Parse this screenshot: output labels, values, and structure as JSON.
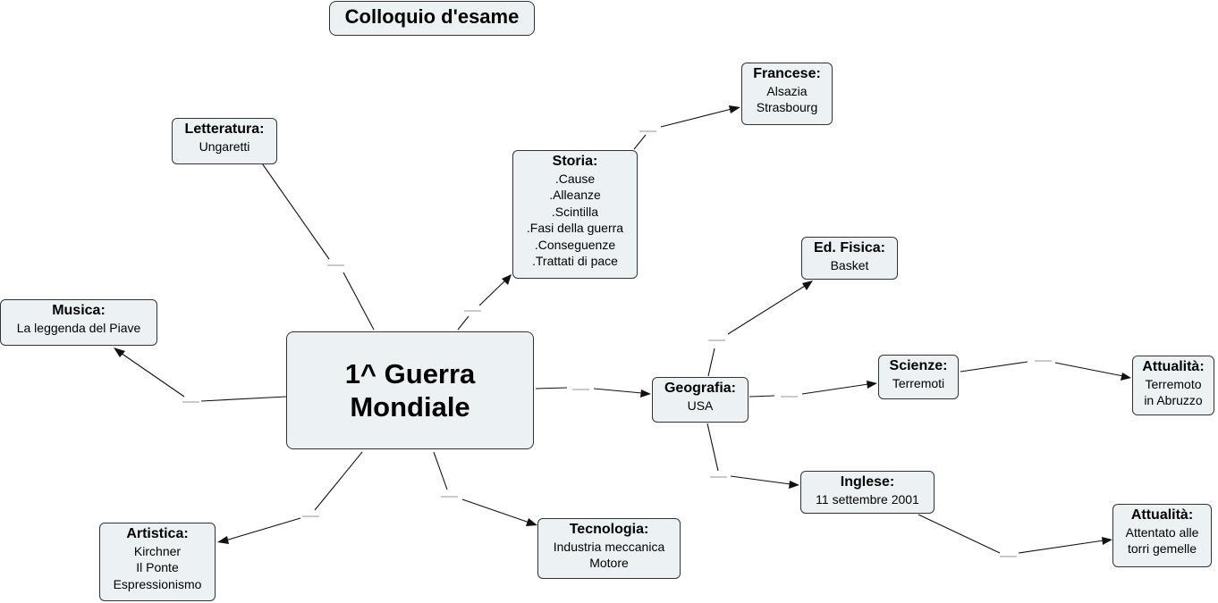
{
  "title": "Colloquio d'esame",
  "center": {
    "lines": [
      "1^ Guerra",
      "Mondiale"
    ]
  },
  "nodes": {
    "letteratura": {
      "title": "Letteratura:",
      "lines": [
        "Ungaretti"
      ]
    },
    "musica": {
      "title": "Musica:",
      "lines": [
        "La leggenda del Piave"
      ]
    },
    "artistica": {
      "title": "Artistica:",
      "lines": [
        "Kirchner",
        "Il Ponte",
        "Espressionismo"
      ]
    },
    "tecnologia": {
      "title": "Tecnologia:",
      "lines": [
        "Industria meccanica",
        "Motore"
      ]
    },
    "storia": {
      "title": "Storia:",
      "lines": [
        ".Cause",
        ".Alleanze",
        ".Scintilla",
        ".Fasi della guerra",
        ".Conseguenze",
        ".Trattati di pace"
      ]
    },
    "francese": {
      "title": "Francese:",
      "lines": [
        "Alsazia",
        "Strasbourg"
      ]
    },
    "geografia": {
      "title": "Geografia:",
      "lines": [
        "USA"
      ]
    },
    "edfisica": {
      "title": "Ed. Fisica:",
      "lines": [
        "Basket"
      ]
    },
    "scienze": {
      "title": "Scienze:",
      "lines": [
        "Terremoti"
      ]
    },
    "attualita1": {
      "title": "Attualità:",
      "lines": [
        "Terremoto",
        "in Abruzzo"
      ]
    },
    "inglese": {
      "title": "Inglese:",
      "lines": [
        "11 settembre 2001"
      ]
    },
    "attualita2": {
      "title": "Attualità:",
      "lines": [
        "Attentato alle",
        "torri gemelle"
      ]
    }
  },
  "links": [
    {
      "from": "center",
      "to": "letteratura",
      "label": ""
    },
    {
      "from": "center",
      "to": "musica",
      "label": ""
    },
    {
      "from": "center",
      "to": "artistica",
      "label": ""
    },
    {
      "from": "center",
      "to": "tecnologia",
      "label": ""
    },
    {
      "from": "center",
      "to": "storia",
      "label": ""
    },
    {
      "from": "center",
      "to": "geografia",
      "label": ""
    },
    {
      "from": "storia",
      "to": "francese",
      "label": ""
    },
    {
      "from": "geografia",
      "to": "edfisica",
      "label": ""
    },
    {
      "from": "geografia",
      "to": "scienze",
      "label": ""
    },
    {
      "from": "geografia",
      "to": "inglese",
      "label": ""
    },
    {
      "from": "scienze",
      "to": "attualita1",
      "label": ""
    },
    {
      "from": "inglese",
      "to": "attualita2",
      "label": ""
    }
  ]
}
